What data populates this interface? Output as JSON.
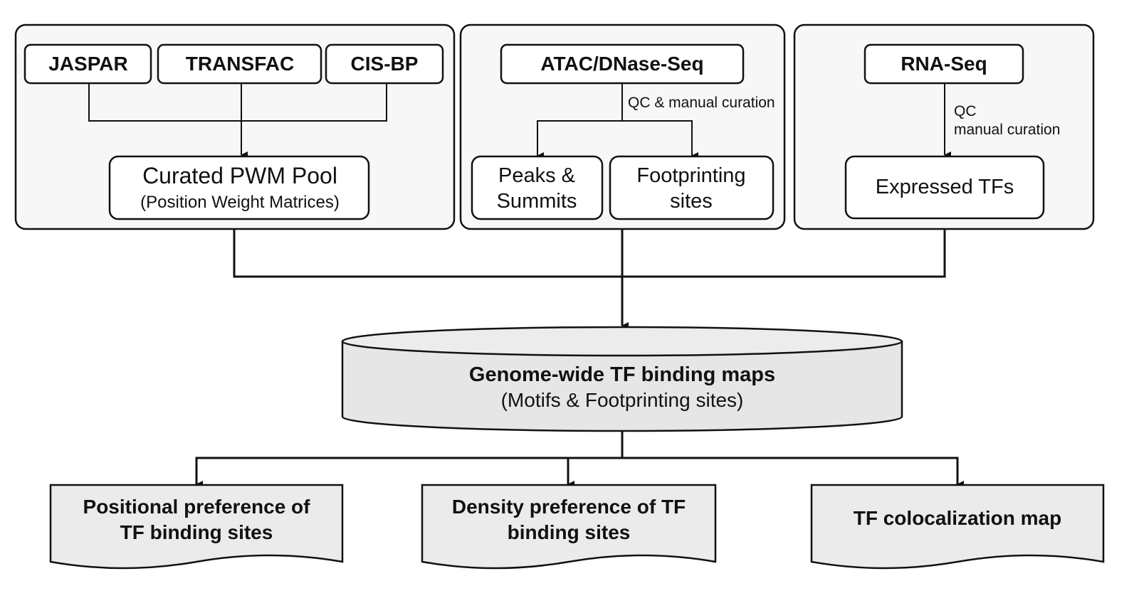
{
  "sources": {
    "motif_databases": [
      "JASPAR",
      "TRANSFAC",
      "CIS-BP"
    ],
    "curated_pool": {
      "title": "Curated PWM Pool",
      "subtitle": "(Position Weight Matrices)"
    },
    "chromatin": {
      "title": "ATAC/DNase-Seq",
      "edge_label": "QC & manual curation",
      "outputs": [
        [
          "Peaks &",
          "Summits"
        ],
        [
          "Footprinting",
          "sites"
        ]
      ]
    },
    "expression": {
      "title": "RNA-Seq",
      "edge_label": [
        "QC",
        "manual curation"
      ],
      "output": "Expressed TFs"
    }
  },
  "database": {
    "title": "Genome-wide TF binding maps",
    "subtitle": "(Motifs & Footprinting sites)"
  },
  "outputs": [
    [
      "Positional preference of",
      "TF binding sites"
    ],
    [
      "Density preference of TF",
      "binding sites"
    ],
    [
      "TF colocalization map"
    ]
  ],
  "colors": {
    "stroke": "#111111",
    "panel_fill": "#f7f7f7",
    "box_fill": "#ffffff",
    "db_fill": "#e6e6e6",
    "doc_fill": "#ebebeb"
  }
}
